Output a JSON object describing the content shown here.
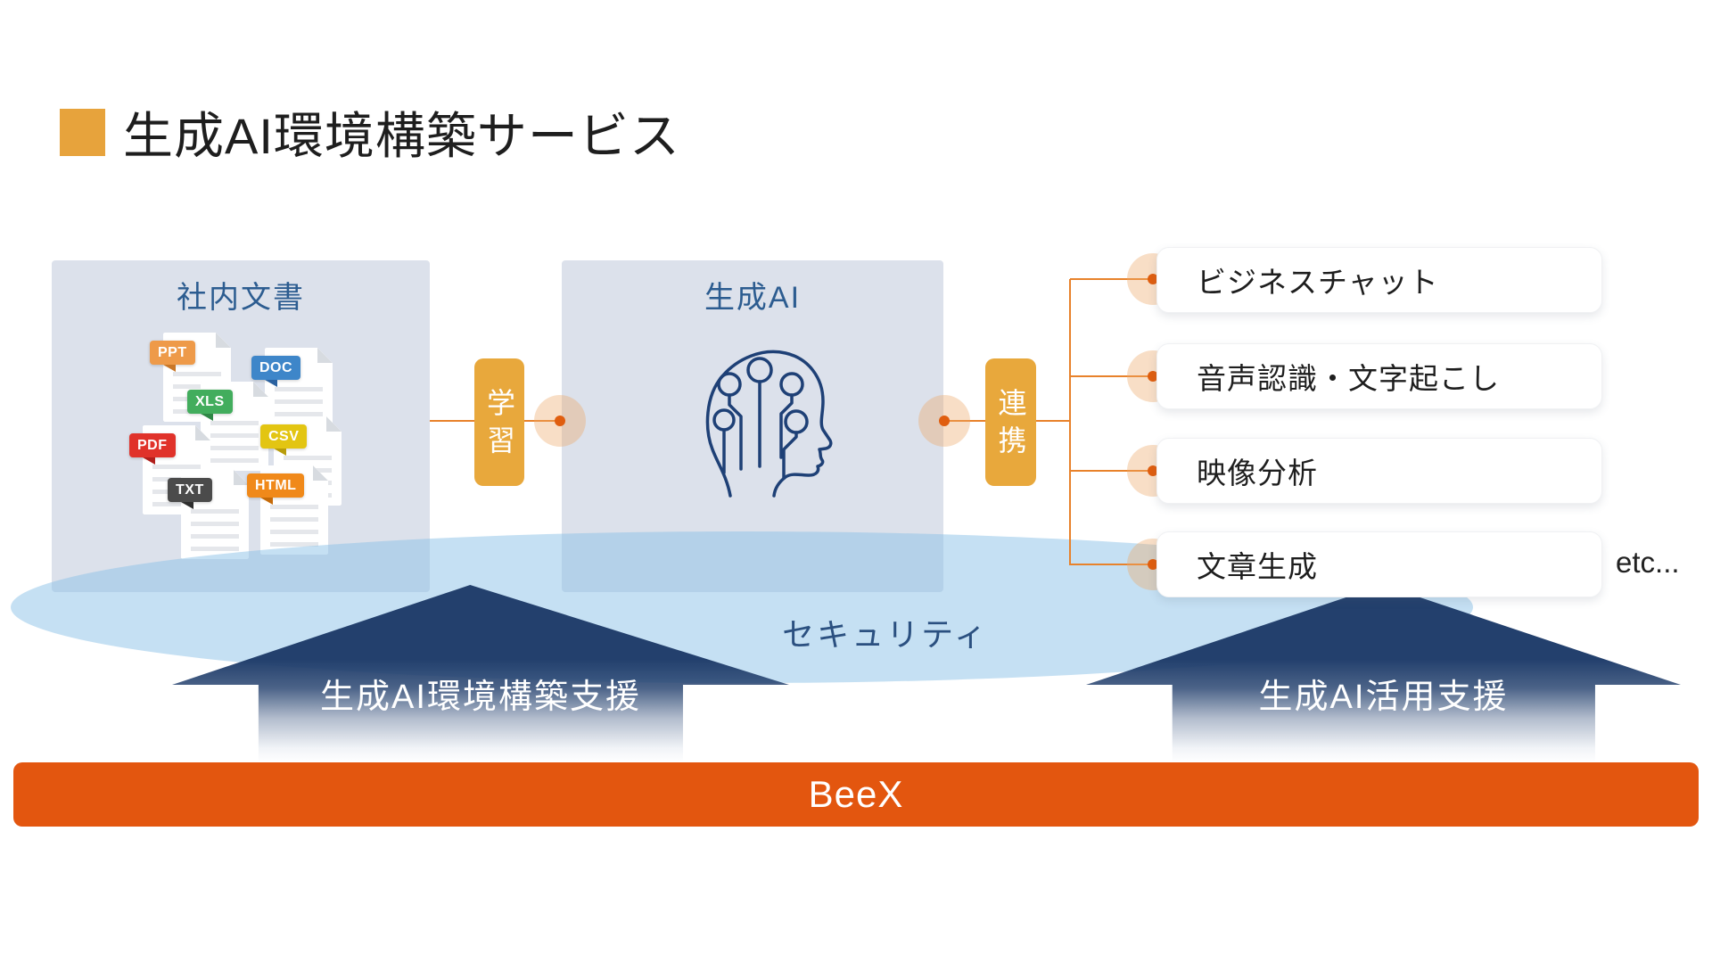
{
  "title": {
    "text": "生成AI環境構築サービス"
  },
  "left_box": {
    "title": "社内文書",
    "documents": [
      {
        "label": "PPT",
        "color": "#EE9A49",
        "fold_color": "#C97728"
      },
      {
        "label": "DOC",
        "color": "#3E86C9",
        "fold_color": "#2B62A0"
      },
      {
        "label": "XLS",
        "color": "#42AD5D",
        "fold_color": "#2F8746"
      },
      {
        "label": "PDF",
        "color": "#E0322A",
        "fold_color": "#B01F1C"
      },
      {
        "label": "CSV",
        "color": "#E3C512",
        "fold_color": "#B89C0B"
      },
      {
        "label": "TXT",
        "color": "#4B4B4B",
        "fold_color": "#2E2E2E"
      },
      {
        "label": "HTML",
        "color": "#F0891A",
        "fold_color": "#C56A08"
      }
    ]
  },
  "center_box": {
    "title": "生成AI",
    "icon": "ai-head-circuit-icon"
  },
  "badges": {
    "learn": "学習",
    "link": "連携"
  },
  "outputs": {
    "cards": [
      "ビジネスチャット",
      "音声認識・文字起こし",
      "映像分析",
      "文章生成"
    ],
    "etc": "etc..."
  },
  "security": {
    "label": "セキュリティ"
  },
  "arrows": {
    "left_label": "生成AI環境構築支援",
    "right_label": "生成AI活用支援"
  },
  "footer": {
    "brand": "BeeX"
  },
  "colors": {
    "title_square": "#E7A33C",
    "panel_bg": "#DCE1EB",
    "panel_title": "#2C5C90",
    "badge_amber": "#E8A83C",
    "connector_line": "#E8822B",
    "connector_dot": "#E05E0F",
    "connector_halo": "rgba(236,168,106,0.38)",
    "security_ellipse": "rgba(140,193,231,0.5)",
    "security_text": "#2B5080",
    "arrow_navy": "#23406D",
    "footer_orange": "#E3560F",
    "head_icon_stroke": "#1E4076"
  }
}
